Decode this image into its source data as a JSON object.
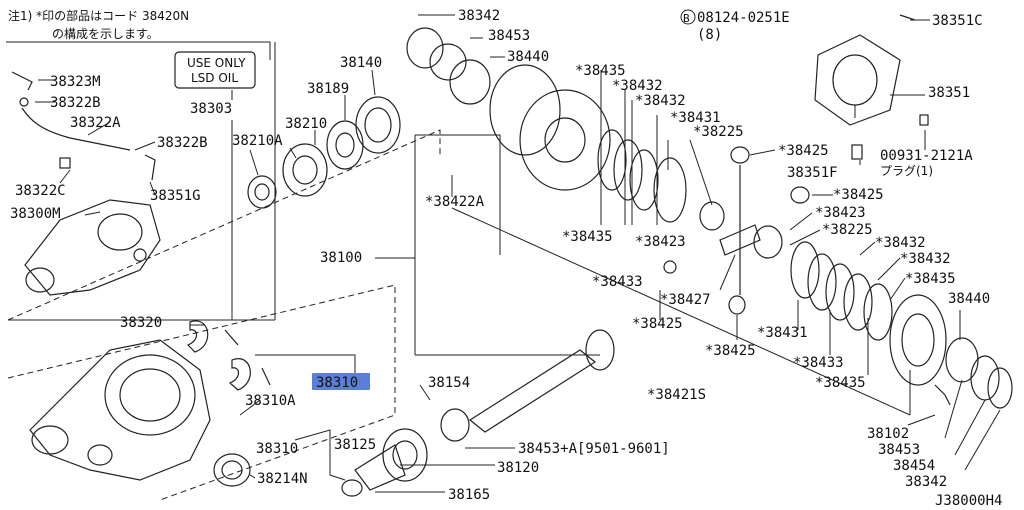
{
  "note": {
    "line1": "注1) *印の部品はコード 38420N",
    "line2": "の構成を示します。"
  },
  "boxed_label": {
    "line1": "USE ONLY",
    "line2": "LSD OIL"
  },
  "bolt_spec": {
    "circle": "B",
    "code": "08124-0251E",
    "qty": "(8)"
  },
  "plug_spec": {
    "code": "00931-2121A",
    "sub": "プラグ(1)"
  },
  "highlight_color": "#5b7fd9",
  "diagram_id": "J38000H4",
  "labels": [
    "38323M",
    "38322B",
    "38322A",
    "38322B",
    "38322C",
    "38351G",
    "38300M",
    "38303",
    "38140",
    "38189",
    "38210",
    "38210A",
    "38342",
    "38453",
    "38440",
    "*38435",
    "*38432",
    "*38432",
    "*38431",
    "*38225",
    "*38425",
    "*38422A",
    "38100",
    "*38435",
    "*38423",
    "*38433",
    "*38425",
    "*38423",
    "*38225",
    "*38432",
    "*38432",
    "*38435",
    "*38427",
    "*38425",
    "*38431",
    "*38425",
    "*38433",
    "*38435",
    "38351C",
    "38351",
    "38351F",
    "38320",
    "38310",
    "38310A",
    "38310",
    "38214N",
    "38154",
    "*38421S",
    "38453+A[9501-9601]",
    "38125",
    "38120",
    "38165",
    "38440",
    "38102",
    "38453",
    "38454",
    "38342"
  ]
}
